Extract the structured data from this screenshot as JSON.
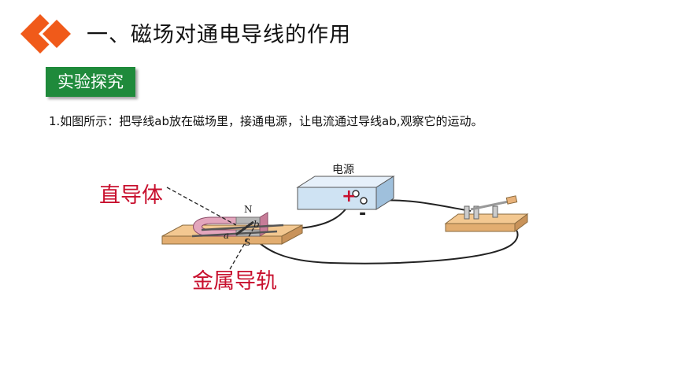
{
  "header": {
    "title": "一、磁场对通电导线的作用",
    "accent_color": "#f05a1a"
  },
  "badge": {
    "label": "实验探究",
    "color": "#1f8a3b"
  },
  "instruction": "1.如图所示：把导线ab放在磁场里，接通电源，让电流通过导线ab,观察它的运动。",
  "diagram": {
    "power_label": "电源",
    "plus": "+",
    "minus": "-",
    "magnet_n": "N",
    "magnet_s": "S",
    "wire_a": "a",
    "wire_b": "b",
    "label_wire": "直导体",
    "label_rail": "金属导轨"
  }
}
